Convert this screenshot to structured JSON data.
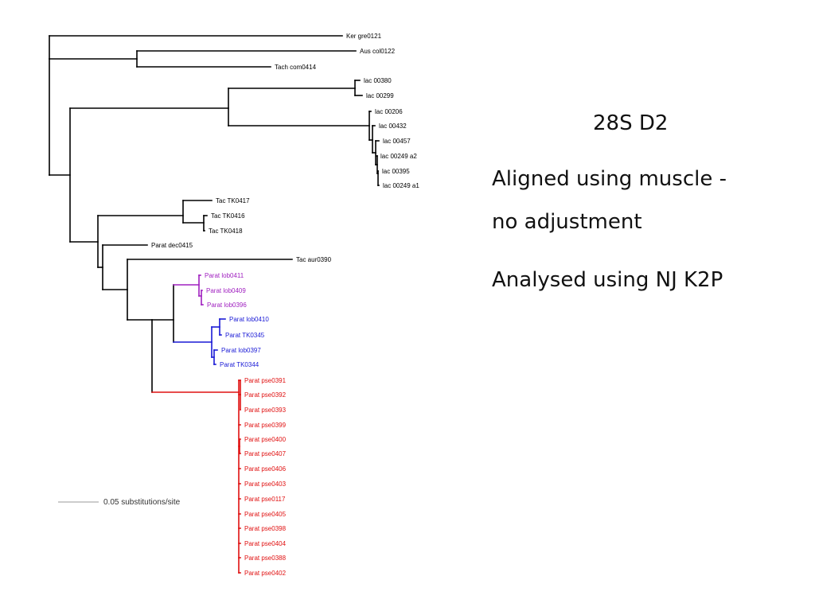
{
  "colors": {
    "default": "#000000",
    "purple": "#a020c0",
    "blue": "#1a1ad6",
    "red": "#e01010",
    "scale": "#9a9a9a"
  },
  "notes": {
    "title": "28S D2",
    "alignment_line1": "Aligned using muscle -",
    "alignment_line2": "no adjustment",
    "analysis": "Analysed using NJ K2P"
  },
  "scale_bar": {
    "label": "0.05 substitutions/site"
  },
  "leaves": [
    {
      "label": "Ker gre0121",
      "color": "#000000"
    },
    {
      "label": "Aus col0122",
      "color": "#000000"
    },
    {
      "label": "Tach com0414",
      "color": "#000000"
    },
    {
      "label": "lac 00380",
      "color": "#000000"
    },
    {
      "label": "lac 00299",
      "color": "#000000"
    },
    {
      "label": "lac 00206",
      "color": "#000000"
    },
    {
      "label": "lac 00432",
      "color": "#000000"
    },
    {
      "label": "lac 00457",
      "color": "#000000"
    },
    {
      "label": "lac 00249 a2",
      "color": "#000000"
    },
    {
      "label": "lac 00395",
      "color": "#000000"
    },
    {
      "label": "lac 00249 a1",
      "color": "#000000"
    },
    {
      "label": "Tac TK0417",
      "color": "#000000"
    },
    {
      "label": "Tac TK0416",
      "color": "#000000"
    },
    {
      "label": "Tac TK0418",
      "color": "#000000"
    },
    {
      "label": "Parat dec0415",
      "color": "#000000"
    },
    {
      "label": "Tac aur0390",
      "color": "#000000"
    },
    {
      "label": "Parat lob0411",
      "color": "#a020c0"
    },
    {
      "label": "Parat lob0409",
      "color": "#a020c0"
    },
    {
      "label": "Parat lob0396",
      "color": "#a020c0"
    },
    {
      "label": "Parat lob0410",
      "color": "#1a1ad6"
    },
    {
      "label": "Parat TK0345",
      "color": "#1a1ad6"
    },
    {
      "label": "Parat lob0397",
      "color": "#1a1ad6"
    },
    {
      "label": "Parat TK0344",
      "color": "#1a1ad6"
    },
    {
      "label": "Parat pse0391",
      "color": "#e01010"
    },
    {
      "label": "Parat pse0392",
      "color": "#e01010"
    },
    {
      "label": "Parat pse0393",
      "color": "#e01010"
    },
    {
      "label": "Parat pse0399",
      "color": "#e01010"
    },
    {
      "label": "Parat pse0400",
      "color": "#e01010"
    },
    {
      "label": "Parat pse0407",
      "color": "#e01010"
    },
    {
      "label": "Parat pse0406",
      "color": "#e01010"
    },
    {
      "label": "Parat pse0403",
      "color": "#e01010"
    },
    {
      "label": "Parat pse0117",
      "color": "#e01010"
    },
    {
      "label": "Parat pse0405",
      "color": "#e01010"
    },
    {
      "label": "Parat pse0398",
      "color": "#e01010"
    },
    {
      "label": "Parat pse0404",
      "color": "#e01010"
    },
    {
      "label": "Parat pse0388",
      "color": "#e01010"
    },
    {
      "label": "Parat pse0402",
      "color": "#e01010"
    }
  ]
}
